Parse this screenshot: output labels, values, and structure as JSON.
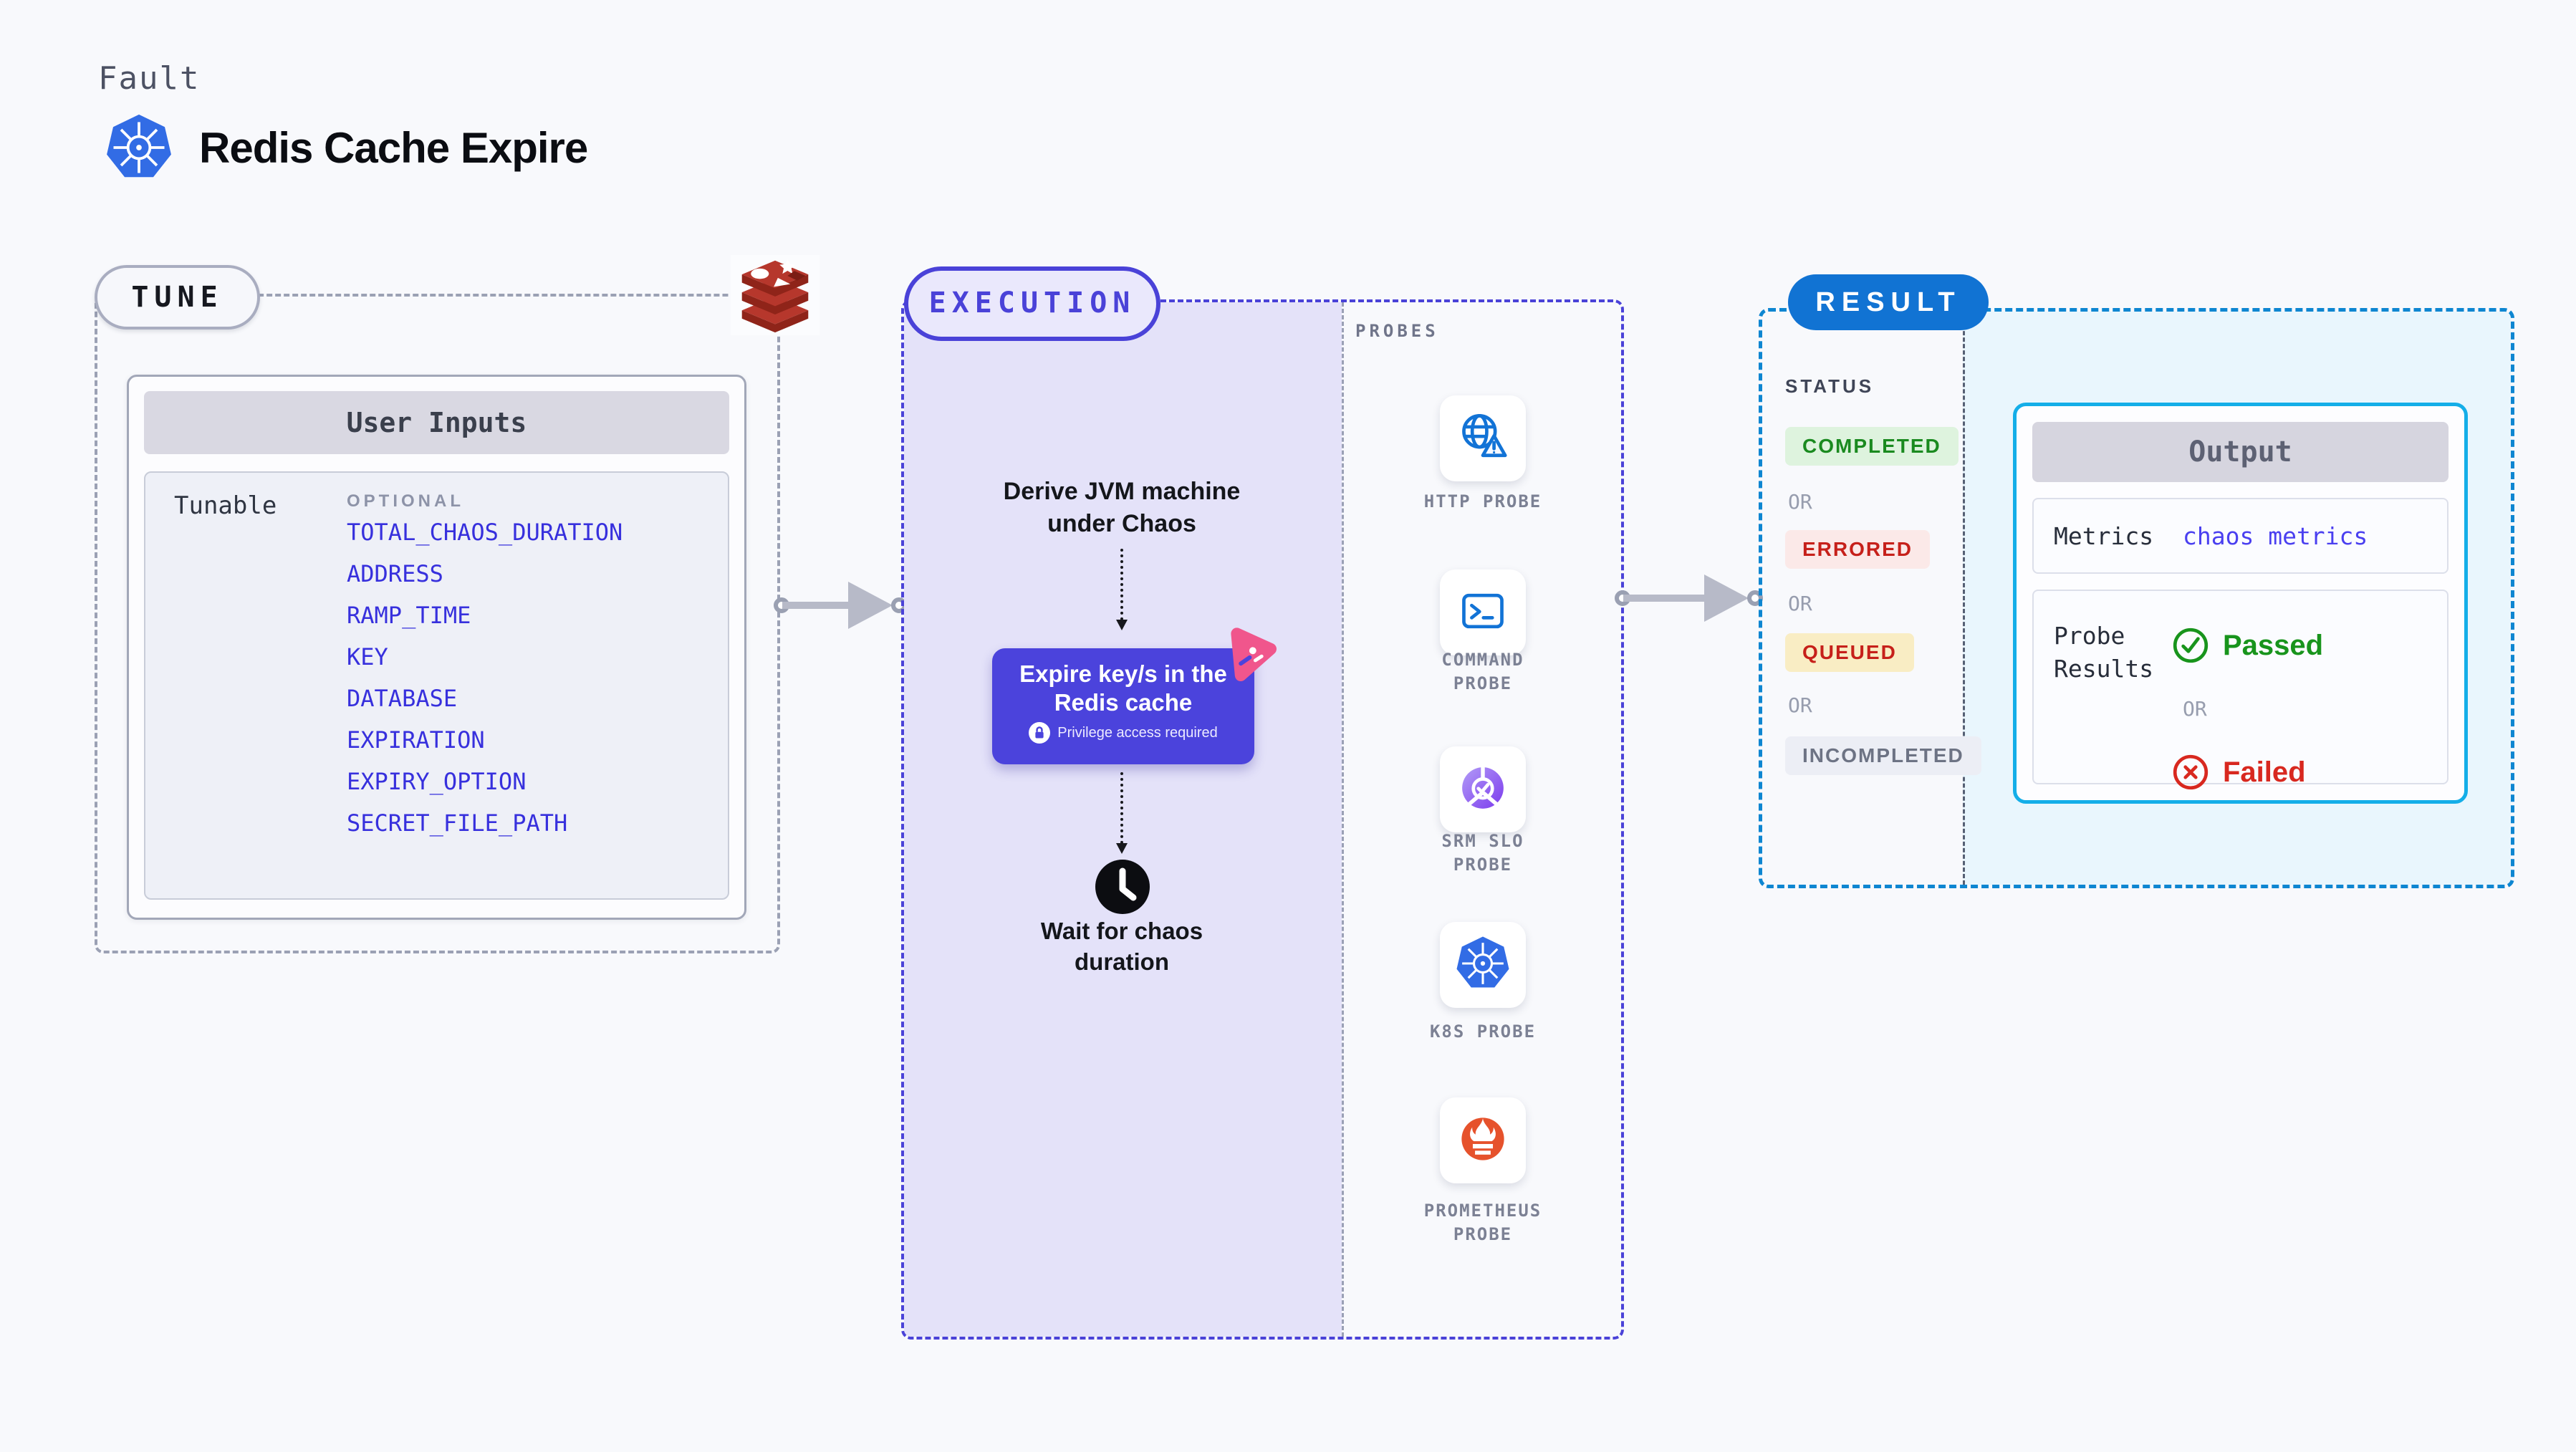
{
  "header": {
    "eyebrow": "Fault",
    "title": "Redis Cache Expire"
  },
  "tune": {
    "badge": "TUNE",
    "table_title": "User Inputs",
    "row_label": "Tunable",
    "column_label": "OPTIONAL",
    "params": [
      "TOTAL_CHAOS_DURATION",
      "ADDRESS",
      "RAMP_TIME",
      "KEY",
      "DATABASE",
      "EXPIRATION",
      "EXPIRY_OPTION",
      "SECRET_FILE_PATH"
    ]
  },
  "execution": {
    "badge": "EXECUTION",
    "step_derive_line1": "Derive JVM machine",
    "step_derive_line2": "under Chaos",
    "action_line1": "Expire key/s in the",
    "action_line2": "Redis cache",
    "action_note": "Privilege access required",
    "wait_line1": "Wait for chaos",
    "wait_line2": "duration"
  },
  "probes": {
    "label": "PROBES",
    "items": [
      {
        "name": "HTTP PROBE",
        "icon": "globe-alert-icon"
      },
      {
        "name": "COMMAND PROBE",
        "icon": "terminal-icon"
      },
      {
        "name": "SRM SLO PROBE",
        "icon": "slo-donut-icon"
      },
      {
        "name": "K8S PROBE",
        "icon": "kubernetes-icon"
      },
      {
        "name": "PROMETHEUS PROBE",
        "icon": "prometheus-icon"
      }
    ]
  },
  "result": {
    "badge": "RESULT",
    "status_label": "STATUS",
    "or_label": "OR",
    "statuses": [
      {
        "label": "COMPLETED",
        "kind": "success"
      },
      {
        "label": "ERRORED",
        "kind": "error"
      },
      {
        "label": "QUEUED",
        "kind": "warning"
      },
      {
        "label": "INCOMPLETED",
        "kind": "neutral"
      }
    ],
    "output": {
      "title": "Output",
      "metrics_label": "Metrics",
      "metrics_value": "chaos metrics",
      "probe_results_label_line1": "Probe",
      "probe_results_label_line2": "Results",
      "passed_label": "Passed",
      "or_label": "OR",
      "failed_label": "Failed"
    }
  },
  "colors": {
    "accent_indigo": "#4a42d8",
    "param_link_blue": "#3730dd",
    "result_badge_blue": "#1173d3",
    "output_border_cyan": "#14aee8",
    "kubernetes_blue": "#326ce5",
    "redis_red": "#b6372c",
    "prometheus_orange": "#e6522c",
    "success_green": "#18941c",
    "error_red": "#d8281f",
    "lavender_bg": "#e4e2f9",
    "cyan_bg": "#e9f6fd"
  }
}
